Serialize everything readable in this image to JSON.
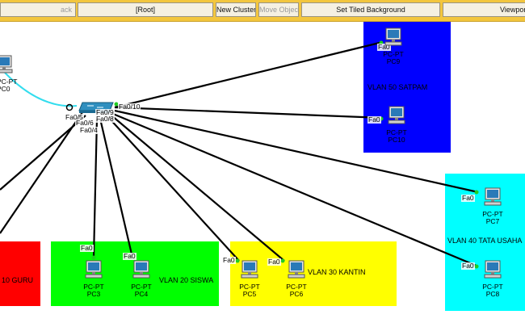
{
  "toolbar": {
    "back_label": "ack",
    "root_label": "[Root]",
    "new_cluster_label": "New Cluster",
    "move_object_label": "Move Object",
    "set_tiled_bg_label": "Set Tiled Background",
    "viewport_label": "Viewport"
  },
  "vlans": {
    "guru": "10 GURU",
    "siswa": "VLAN 20 SISWA",
    "kantin": "VLAN 30 KANTIN",
    "tata_usaha": "VLAN 40 TATA USAHA",
    "satpam": "VLAN 50 SATPAM"
  },
  "devices": {
    "pc0": {
      "type": "PC-PT",
      "name": "PC0",
      "port": ""
    },
    "pc3": {
      "type": "PC-PT",
      "name": "PC3",
      "port": "Fa0"
    },
    "pc4": {
      "type": "PC-PT",
      "name": "PC4",
      "port": "Fa0"
    },
    "pc5": {
      "type": "PC-PT",
      "name": "PC5",
      "port": "Fa0"
    },
    "pc6": {
      "type": "PC-PT",
      "name": "PC6",
      "port": "Fa0"
    },
    "pc7": {
      "type": "PC-PT",
      "name": "PC7",
      "port": "Fa0"
    },
    "pc8": {
      "type": "PC-PT",
      "name": "PC8",
      "port": "Fa0"
    },
    "pc9": {
      "type": "PC-PT",
      "name": "PC9",
      "port": "Fa0"
    },
    "pc10": {
      "type": "PC-PT",
      "name": "PC10",
      "port": "Fa0"
    }
  },
  "switch_ports": {
    "fa0_9": "Fa0/9",
    "fa0_10": "Fa0/10",
    "fa0_5": "Fa0/5",
    "fa0_6": "Fa0/6",
    "fa0_8": "Fa0/8",
    "fa0_4": "Fa0/4"
  },
  "colors": {
    "toolbar": "#f3c63e",
    "guru": "#ff0000",
    "siswa": "#00ff00",
    "kantin": "#ffff00",
    "tata_usaha": "#00ffff",
    "satpam": "#0000ff",
    "link": "#000000",
    "console_link": "#33ddee",
    "port_up": "#22cc22"
  }
}
